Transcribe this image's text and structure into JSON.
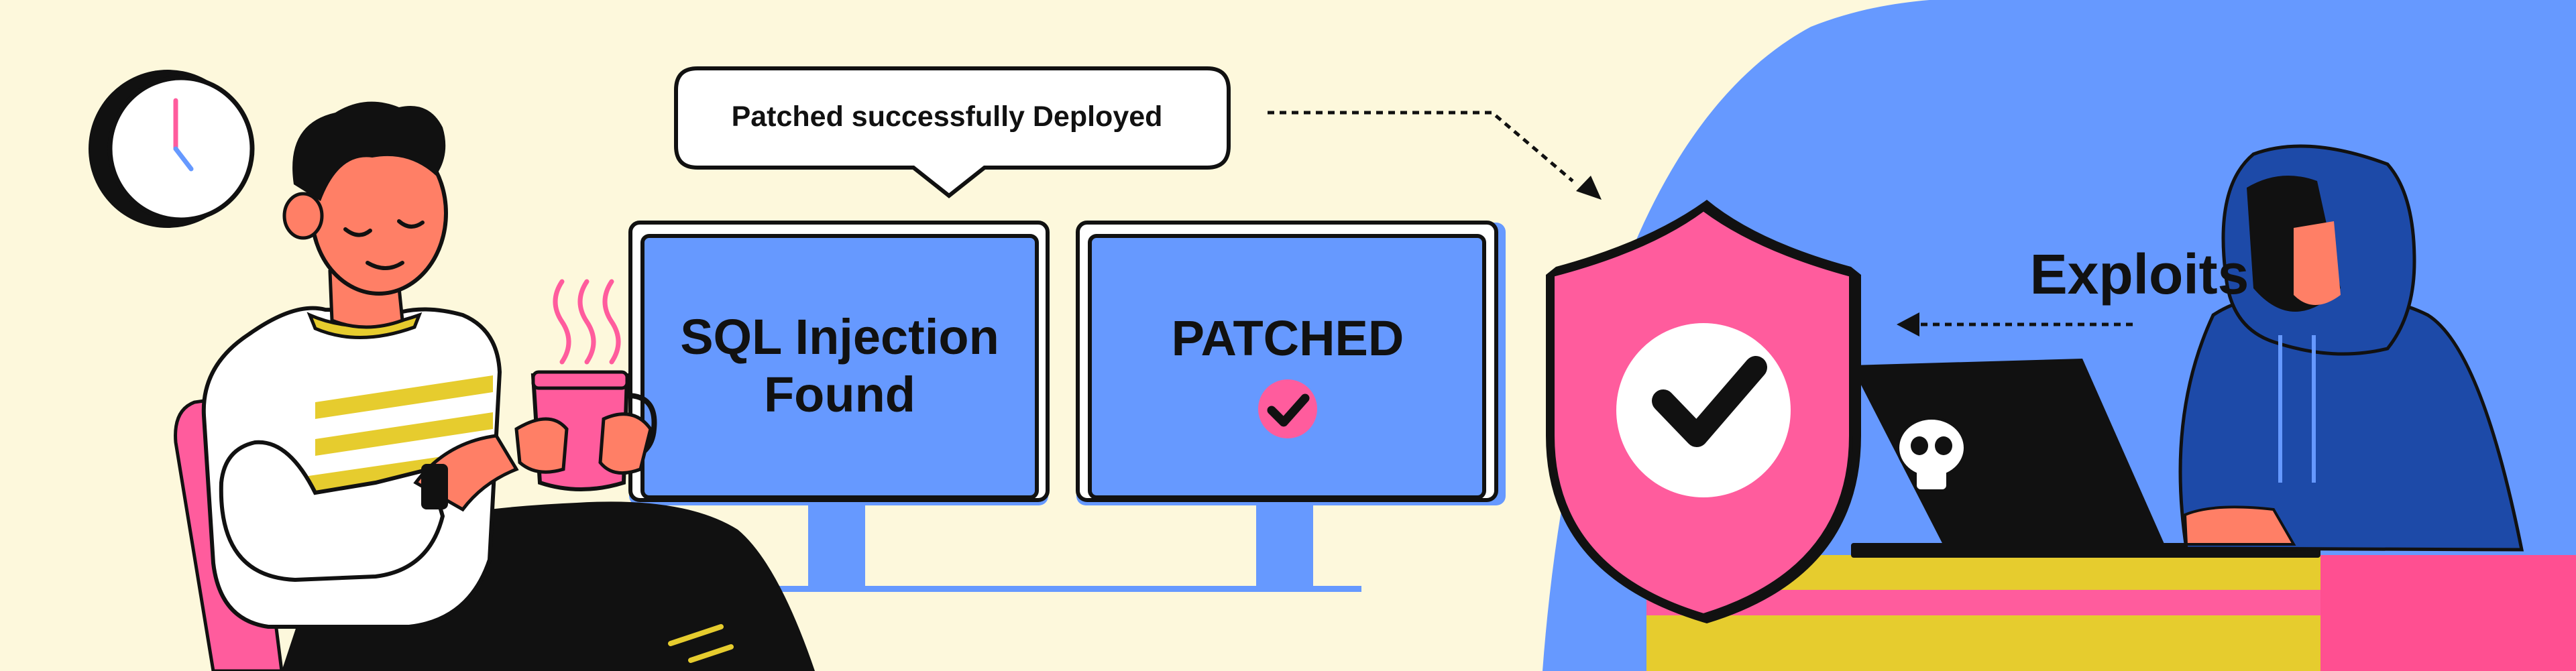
{
  "speech_bubble": {
    "text": "Patched successfully Deployed"
  },
  "monitor_left": {
    "line1": "SQL Injection",
    "line2": "Found"
  },
  "monitor_right": {
    "text": "PATCHED"
  },
  "attacker": {
    "label": "Exploits"
  },
  "colors": {
    "background": "#fdf8dc",
    "blue": "#6699ff",
    "navy": "#1d4aa8",
    "pink": "#ff5c9d",
    "yellow": "#e6cc2e",
    "skin": "#ff7f66",
    "outline": "#111111"
  },
  "icons": [
    "wall-clock-icon",
    "check-badge-icon",
    "shield-check-icon",
    "skull-icon",
    "steam-icon"
  ]
}
